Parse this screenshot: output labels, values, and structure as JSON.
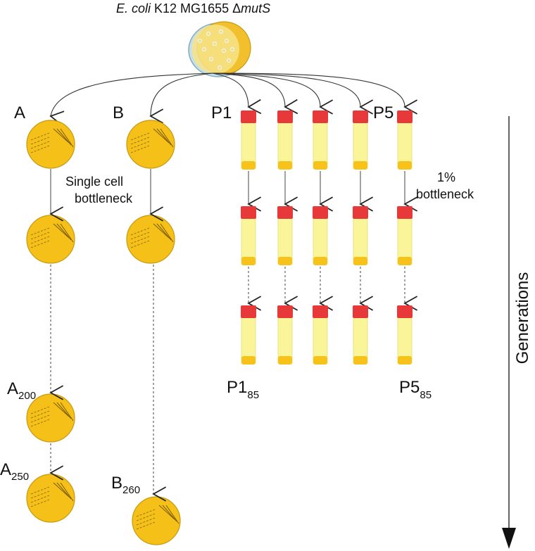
{
  "title": {
    "italic": "E. coli",
    "strain": " K12 MG1655 Δ",
    "gene": "mutS"
  },
  "lineages": {
    "A": {
      "label": "A",
      "mid": {
        "base": "A",
        "sub": "200"
      },
      "final": {
        "base": "A",
        "sub": "250"
      }
    },
    "B": {
      "label": "B",
      "final": {
        "base": "B",
        "sub": "260"
      }
    }
  },
  "populations": {
    "first": "P1",
    "last": "P5",
    "first_final": {
      "base": "P1",
      "sub": "85"
    },
    "last_final": {
      "base": "P5",
      "sub": "85"
    }
  },
  "annotations": {
    "single_cell_line1": "Single cell",
    "single_cell_line2": "bottleneck",
    "percent_line1": "1%",
    "percent_line2": "bottleneck",
    "generations": "Generations"
  },
  "colors": {
    "plate_fill": "#f5c118",
    "plate_edge": "#c99a10",
    "tube_body": "#fbf59a",
    "tube_cap": "#e8393a",
    "tube_bottom": "#f7c21a"
  }
}
